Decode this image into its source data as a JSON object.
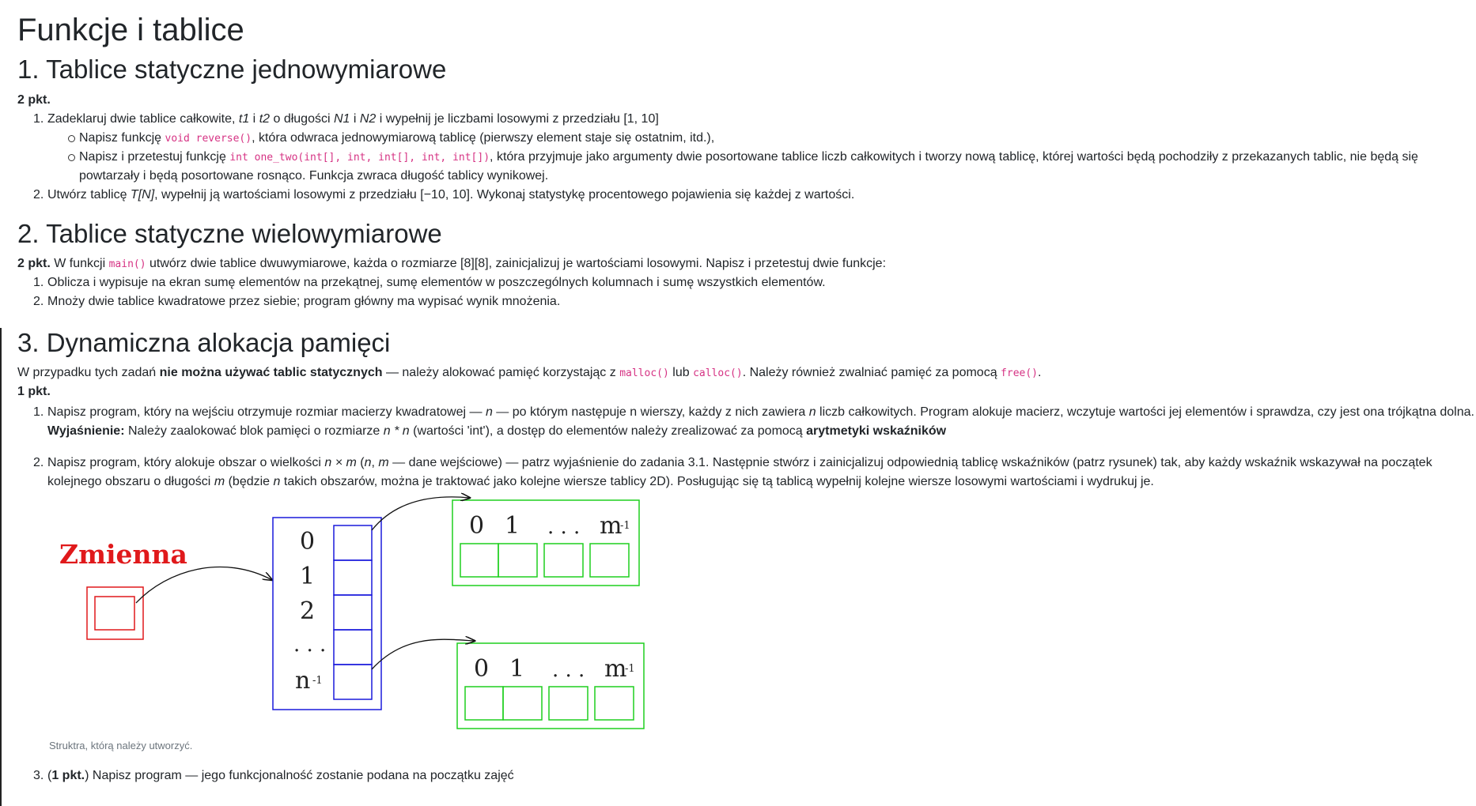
{
  "title": "Funkcje i tablice",
  "s1": {
    "heading": "1. Tablice statyczne jednowymiarowe",
    "points": "2 pkt.",
    "i1_num": "1.",
    "i1_a": "Zadeklaruj dwie tablice całkowite, ",
    "i1_t1": "t1",
    "i1_b": " i ",
    "i1_t2": "t2",
    "i1_c": " o długości ",
    "i1_N1": "N1",
    "i1_d": " i ",
    "i1_N2": "N2",
    "i1_e": " i wypełnij je liczbami losowymi z przedziału [1, 10]",
    "b1_a": "Napisz funkcję ",
    "b1_code": "void reverse()",
    "b1_b": ", która odwraca jednowymiarową tablicę (pierwszy element staje się ostatnim, itd.),",
    "b2_a": "Napisz i przetestuj funkcję ",
    "b2_code": "int one_two(int[], int, int[], int, int[])",
    "b2_b": ", która przyjmuje jako argumenty dwie posortowane tablice liczb całkowitych i tworzy nową tablicę, której wartości będą pochodziły z przekazanych tablic, nie będą się",
    "b2_c": "powtarzały i będą posortowane rosnąco. Funkcja zwraca długość tablicy wynikowej.",
    "i2_num": "2.",
    "i2_a": "Utwórz tablicę ",
    "i2_T": "T[N]",
    "i2_b": ", wypełnij ją wartościami losowymi z przedziału [−10, 10]. Wykonaj statystykę procentowego pojawienia się każdej z wartości."
  },
  "s2": {
    "heading": "2. Tablice statyczne wielowymiarowe",
    "points": "2 pkt.",
    "intro_a": " W funkcji ",
    "intro_code": "main()",
    "intro_b": " utwórz dwie tablice dwuwymiarowe, każda o rozmiarze [8][8], zainicjalizuj je wartościami losowymi. Napisz i przetestuj dwie funkcje:",
    "i1_num": "1.",
    "i1": "Oblicza i wypisuje na ekran sumę elementów na przekątnej, sumę elementów w poszczególnych kolumnach i sumę wszystkich elementów.",
    "i2_num": "2.",
    "i2": "Mnoży dwie tablice kwadratowe przez siebie; program główny ma wypisać wynik mnożenia."
  },
  "s3": {
    "heading": "3. Dynamiczna alokacja pamięci",
    "intro_a": "W przypadku tych zadań ",
    "intro_bold": "nie można używać tablic statycznych",
    "intro_b": " — należy alokować pamięć korzystając z ",
    "intro_c1": "malloc()",
    "intro_c": " lub ",
    "intro_c2": "calloc()",
    "intro_d": ". Należy również zwalniać pamięć za pomocą ",
    "intro_c3": "free()",
    "intro_e": ".",
    "points": "1 pkt.",
    "i1_num": "1.",
    "i1_a": "Napisz program, który na wejściu otrzymuje rozmiar macierzy kwadratowej — ",
    "i1_n": "n",
    "i1_b": " — po którym następuje n wierszy, każdy z nich zawiera ",
    "i1_n2": "n",
    "i1_c": " liczb całkowitych. Program alokuje macierz, wczytuje wartości jej elementów i sprawdza, czy jest ona trójkątna dolna.",
    "i1_expl_label": "Wyjaśnienie:",
    "i1_expl_a": " Należy zaalokować blok pamięci o rozmiarze ",
    "i1_expl_nn": "n * n",
    "i1_expl_b": " (wartości 'int'), a dostęp do elementów należy zrealizować za pomocą ",
    "i1_expl_bold": "arytmetyki wskaźników",
    "i2_num": "2.",
    "i2_a": "Napisz program, który alokuje obszar o wielkości ",
    "i2_nm": "n × m",
    "i2_b": " (",
    "i2_n": "n",
    "i2_c": ", ",
    "i2_m": "m",
    "i2_d": " — dane wejściowe) — patrz wyjaśnienie do zadania 3.1. Następnie stwórz i zainicjalizuj odpowiednią tablicę wskaźników (patrz rysunek) tak, aby każdy wskaźnik wskazywał na początek",
    "i2_e": "kolejnego obszaru o długości ",
    "i2_m2": "m",
    "i2_f": " (będzie ",
    "i2_n2": "n",
    "i2_g": " takich obszarów, można je traktować jako kolejne wiersze tablicy 2D). Posługując się tą tablicą wypełnij kolejne wiersze losowymi wartościami i wydrukuj je.",
    "caption": "Struktra, którą należy utworzyć.",
    "i3_num": "3.",
    "i3_a": "(",
    "i3_bold": "1 pkt.",
    "i3_b": ") Napisz program — jego funkcjonalność zostanie podana na początku zajęć"
  },
  "figure": {
    "variable_label": "Zmienna",
    "index_labels": [
      "0",
      "1",
      "2",
      ". . .",
      "n"
    ],
    "index_sup": "-1",
    "row_labels": [
      "0",
      "1",
      ". . .",
      "m"
    ],
    "row_sup": "-1",
    "colors": {
      "red": "#e0191b",
      "blue": "#1a1adb",
      "green": "#1fcf1f"
    }
  }
}
